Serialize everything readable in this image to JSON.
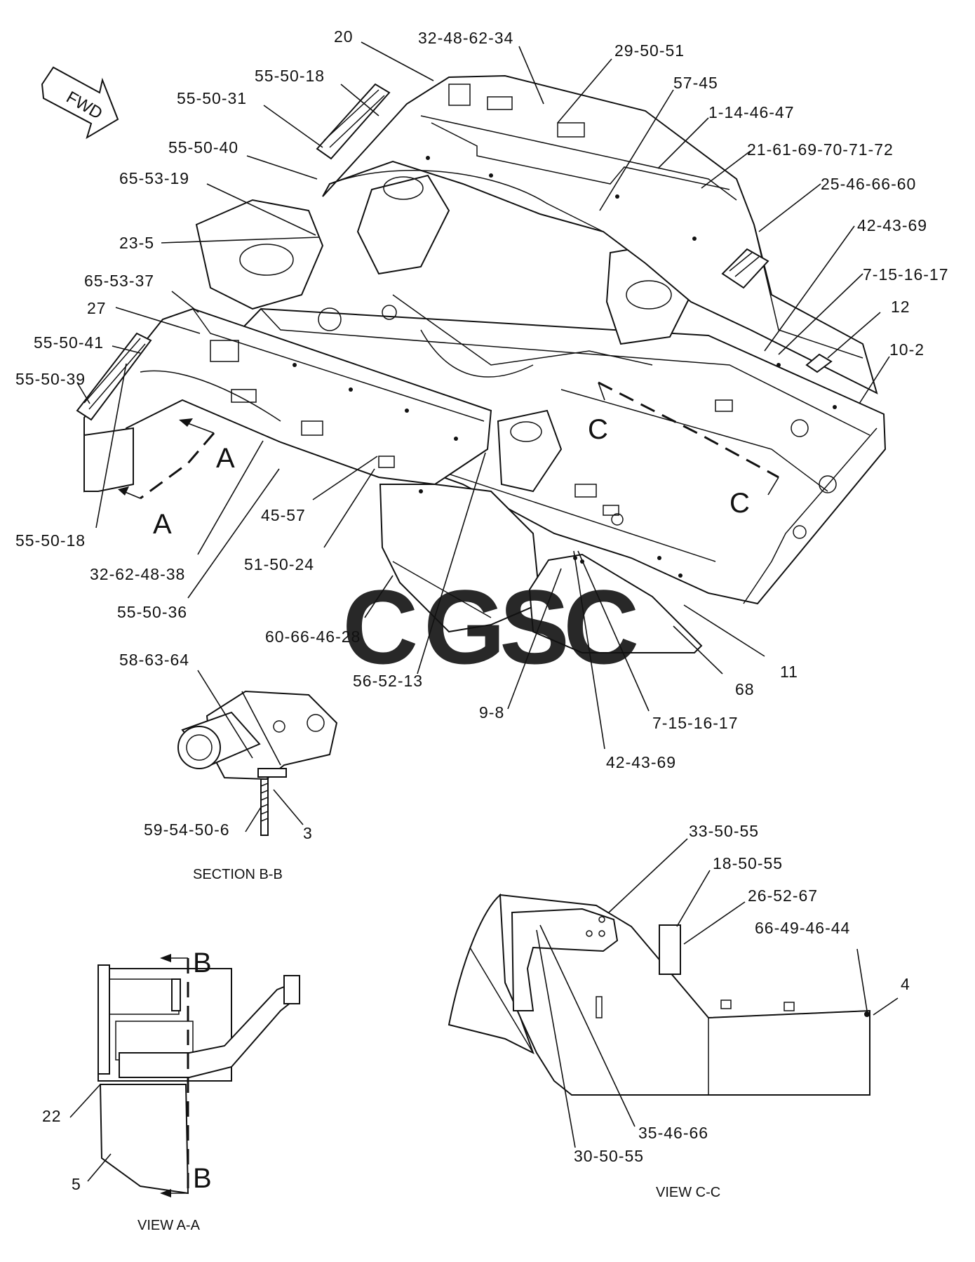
{
  "fwd_label": "FWD",
  "callouts": {
    "c20": "20",
    "c32_48_62_34": "32-48-62-34",
    "c29_50_51": "29-50-51",
    "c57_45": "57-45",
    "c1_14_46_47": "1-14-46-47",
    "c21_61": "21-61-69-70-71-72",
    "c25_46_66_60": "25-46-66-60",
    "c42_43_69_top": "42-43-69",
    "c7_15_16_17_top": "7-15-16-17",
    "c12": "12",
    "c10_2": "10-2",
    "c55_50_18_top": "55-50-18",
    "c55_50_31": "55-50-31",
    "c55_50_40": "55-50-40",
    "c65_53_19": "65-53-19",
    "c23_5": "23-5",
    "c65_53_37": "65-53-37",
    "c27": "27",
    "c55_50_41": "55-50-41",
    "c55_50_39": "55-50-39",
    "c55_50_18_bot": "55-50-18",
    "c32_62_48_38": "32-62-48-38",
    "c45_57": "45-57",
    "c51_50_24": "51-50-24",
    "c55_50_36": "55-50-36",
    "c60_66_46_28": "60-66-46-28",
    "c56_52_13": "56-52-13",
    "c9_8": "9-8",
    "c42_43_69_bot": "42-43-69",
    "c7_15_16_17_bot": "7-15-16-17",
    "c68": "68",
    "c11": "11",
    "c58_63_64": "58-63-64",
    "c59_54_50_6": "59-54-50-6",
    "c3": "3",
    "c22": "22",
    "c5": "5",
    "c33_50_55": "33-50-55",
    "c18_50_55": "18-50-55",
    "c26_52_67": "26-52-67",
    "c66_49_46_44": "66-49-46-44",
    "c4": "4",
    "c35_46_66": "35-46-66",
    "c30_50_55": "30-50-55"
  },
  "view_markers": {
    "a_top": "A",
    "a_bottom": "A",
    "c_left": "C",
    "c_right": "C",
    "b_top": "B",
    "b_bottom": "B"
  },
  "captions": {
    "section_bb": "SECTION B-B",
    "view_aa": "VIEW A-A",
    "view_cc": "VIEW C-C"
  },
  "watermark": {
    "letters": [
      "C",
      "G",
      "S",
      "C"
    ],
    "colors": [
      "#6aa0f0",
      "#f08878",
      "#f3d050",
      "#5cc08a"
    ]
  }
}
